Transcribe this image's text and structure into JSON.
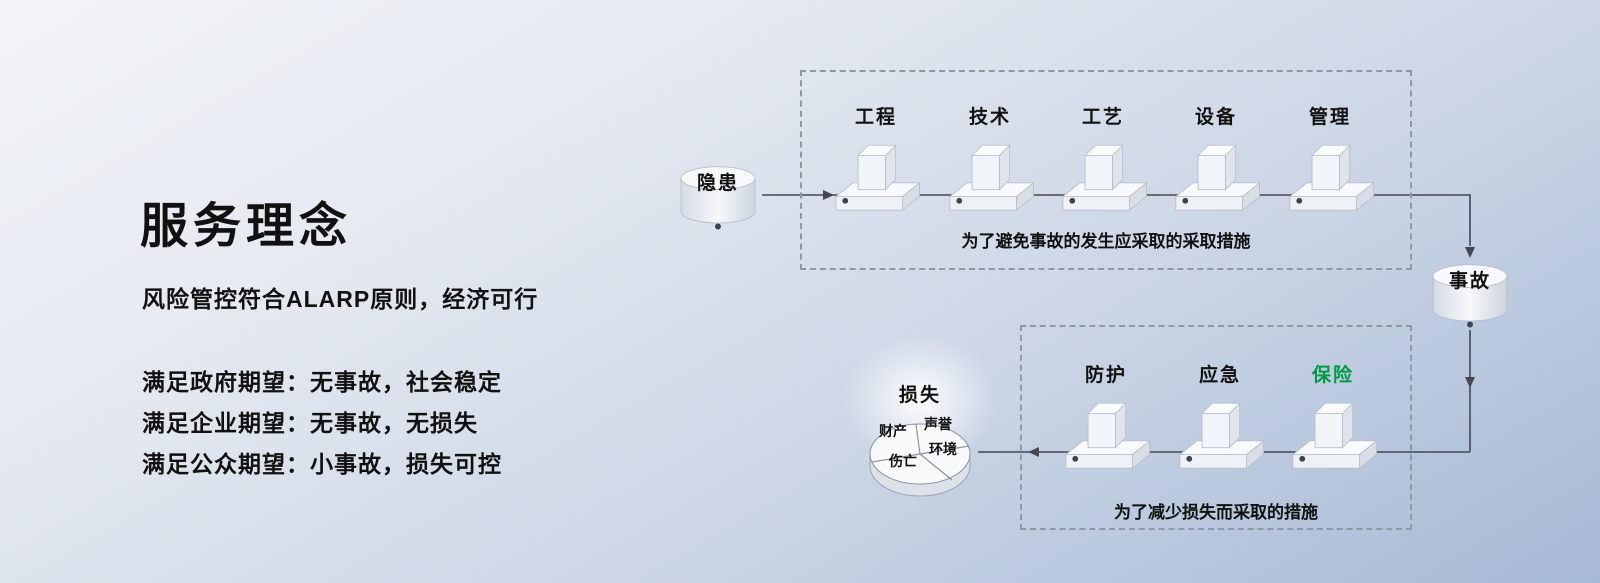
{
  "left_panel": {
    "title": "服务理念",
    "subtitle": "风险管控符合ALARP原则，经济可行",
    "expectations": [
      "满足政府期望：无事故，社会稳定",
      "满足企业期望：无事故，无损失",
      "满足公众期望：小事故，损失可控"
    ]
  },
  "diagram": {
    "hazard_node": "隐患",
    "accident_node": "事故",
    "loss_node": "损失",
    "prevention": {
      "barriers": [
        "工程",
        "技术",
        "工艺",
        "设备",
        "管理"
      ],
      "caption": "为了避免事故的发生应采取的采取措施"
    },
    "mitigation": {
      "barriers": [
        {
          "label": "防护"
        },
        {
          "label": "应急"
        },
        {
          "label": "保险"
        }
      ],
      "caption": "为了减少损失而采取的措施"
    },
    "loss_categories": [
      "财产",
      "声誉",
      "伤亡",
      "环境"
    ],
    "colors": {
      "insurance_green": "#009944",
      "text": "#111111",
      "connector": "#45484f"
    }
  }
}
